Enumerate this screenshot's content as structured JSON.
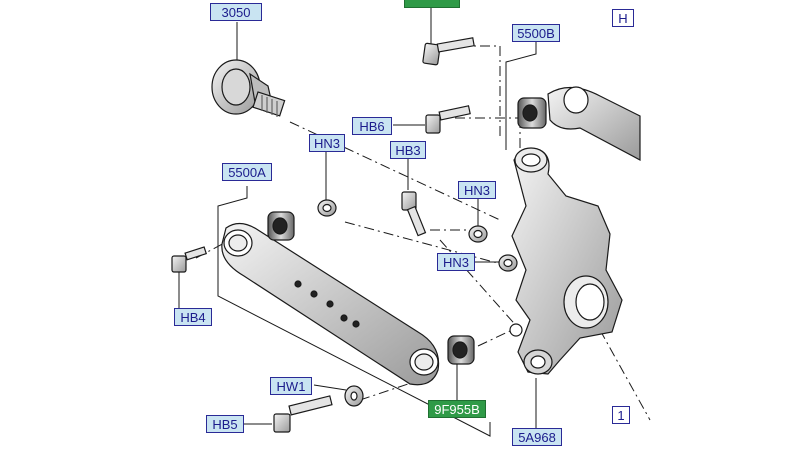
{
  "callouts": {
    "c3050": "3050",
    "c5500a": "5500A",
    "c5500b": "5500B",
    "hn3_top": "HN3",
    "hn3_mid": "HN3",
    "hn3_low": "HN3",
    "hb6": "HB6",
    "hb3": "HB3",
    "hb4": "HB4",
    "hw1": "HW1",
    "hb5": "HB5",
    "c9f955b": "9F955B",
    "c5a968": "5A968",
    "edge_h": "H",
    "edge_1": "1"
  },
  "colors": {
    "callout_fill": "#c9e4f2",
    "callout_text": "#1c1c8c",
    "highlight_fill": "#2f9a47",
    "line": "#1a1a1a"
  }
}
